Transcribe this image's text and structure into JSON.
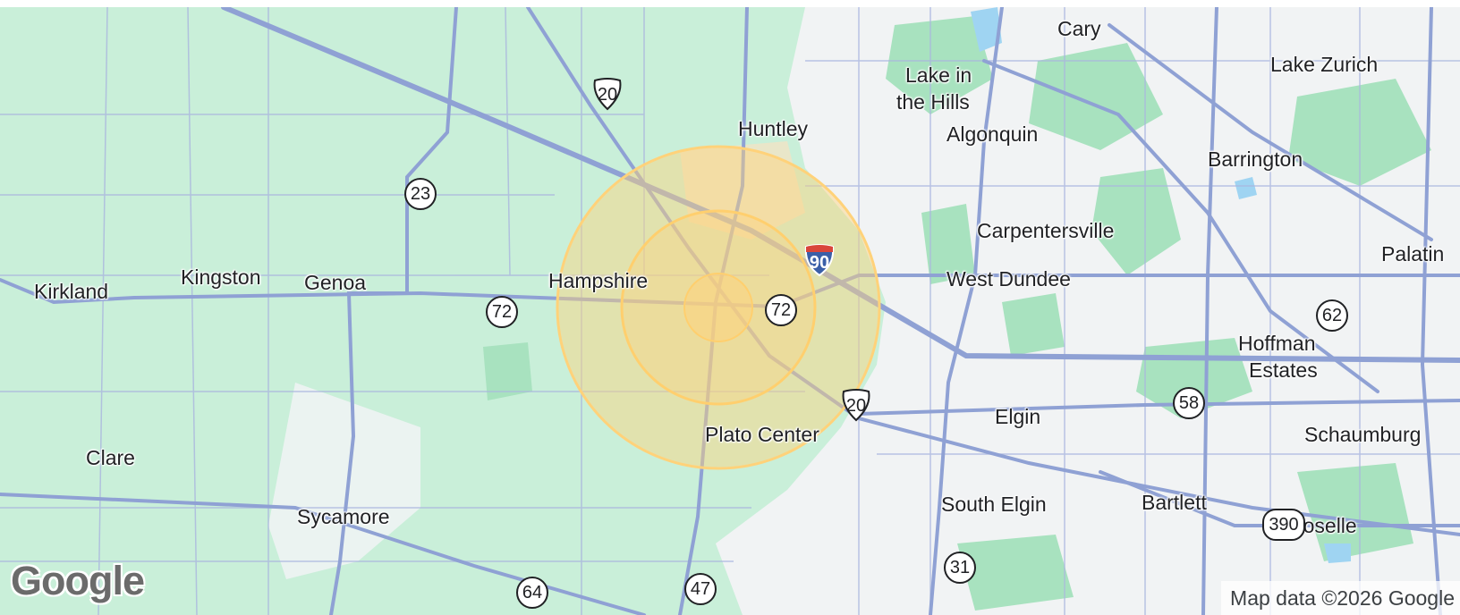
{
  "map": {
    "colors": {
      "land": "#c9efd9",
      "urban": "#f1f3f4",
      "park": "#a8e2bf",
      "highway": "#8fa1d4",
      "road": "#aab6df",
      "water": "#9fd4f2",
      "radius": "#ffd27a"
    },
    "places": [
      {
        "id": "cary",
        "name": "Cary"
      },
      {
        "id": "lake-zurich",
        "name": "Lake Zurich"
      },
      {
        "id": "lake-in-the-hills-1",
        "name": "Lake in"
      },
      {
        "id": "lake-in-the-hills-2",
        "name": "the Hills"
      },
      {
        "id": "huntley",
        "name": "Huntley"
      },
      {
        "id": "algonquin",
        "name": "Algonquin"
      },
      {
        "id": "barrington",
        "name": "Barrington"
      },
      {
        "id": "carpentersville",
        "name": "Carpentersville"
      },
      {
        "id": "palatine",
        "name": "Palatin"
      },
      {
        "id": "kingston",
        "name": "Kingston"
      },
      {
        "id": "kirkland",
        "name": "Kirkland"
      },
      {
        "id": "genoa",
        "name": "Genoa"
      },
      {
        "id": "hampshire",
        "name": "Hampshire"
      },
      {
        "id": "west-dundee",
        "name": "West Dundee"
      },
      {
        "id": "hoffman-estates-1",
        "name": "Hoffman"
      },
      {
        "id": "hoffman-estates-2",
        "name": "Estates"
      },
      {
        "id": "elgin",
        "name": "Elgin"
      },
      {
        "id": "plato-center",
        "name": "Plato Center"
      },
      {
        "id": "schaumburg",
        "name": "Schaumburg"
      },
      {
        "id": "clare",
        "name": "Clare"
      },
      {
        "id": "south-elgin",
        "name": "South Elgin"
      },
      {
        "id": "bartlett",
        "name": "Bartlett"
      },
      {
        "id": "roselle",
        "name": "Roselle"
      },
      {
        "id": "sycamore",
        "name": "Sycamore"
      }
    ],
    "shields": [
      {
        "id": "us-20-north",
        "type": "us",
        "number": "20"
      },
      {
        "id": "il-23",
        "type": "state",
        "number": "23"
      },
      {
        "id": "i-90",
        "type": "interstate",
        "number": "90"
      },
      {
        "id": "il-72-west",
        "type": "state",
        "number": "72"
      },
      {
        "id": "il-72-east",
        "type": "state",
        "number": "72"
      },
      {
        "id": "il-62",
        "type": "state",
        "number": "62"
      },
      {
        "id": "us-20-south",
        "type": "us",
        "number": "20"
      },
      {
        "id": "il-58",
        "type": "state",
        "number": "58"
      },
      {
        "id": "us-390",
        "type": "state",
        "number": "390"
      },
      {
        "id": "il-31",
        "type": "state",
        "number": "31"
      },
      {
        "id": "il-47",
        "type": "state",
        "number": "47"
      },
      {
        "id": "il-64",
        "type": "state",
        "number": "64"
      }
    ],
    "logo": "Google",
    "attribution": "Map data ©2026 Google"
  }
}
